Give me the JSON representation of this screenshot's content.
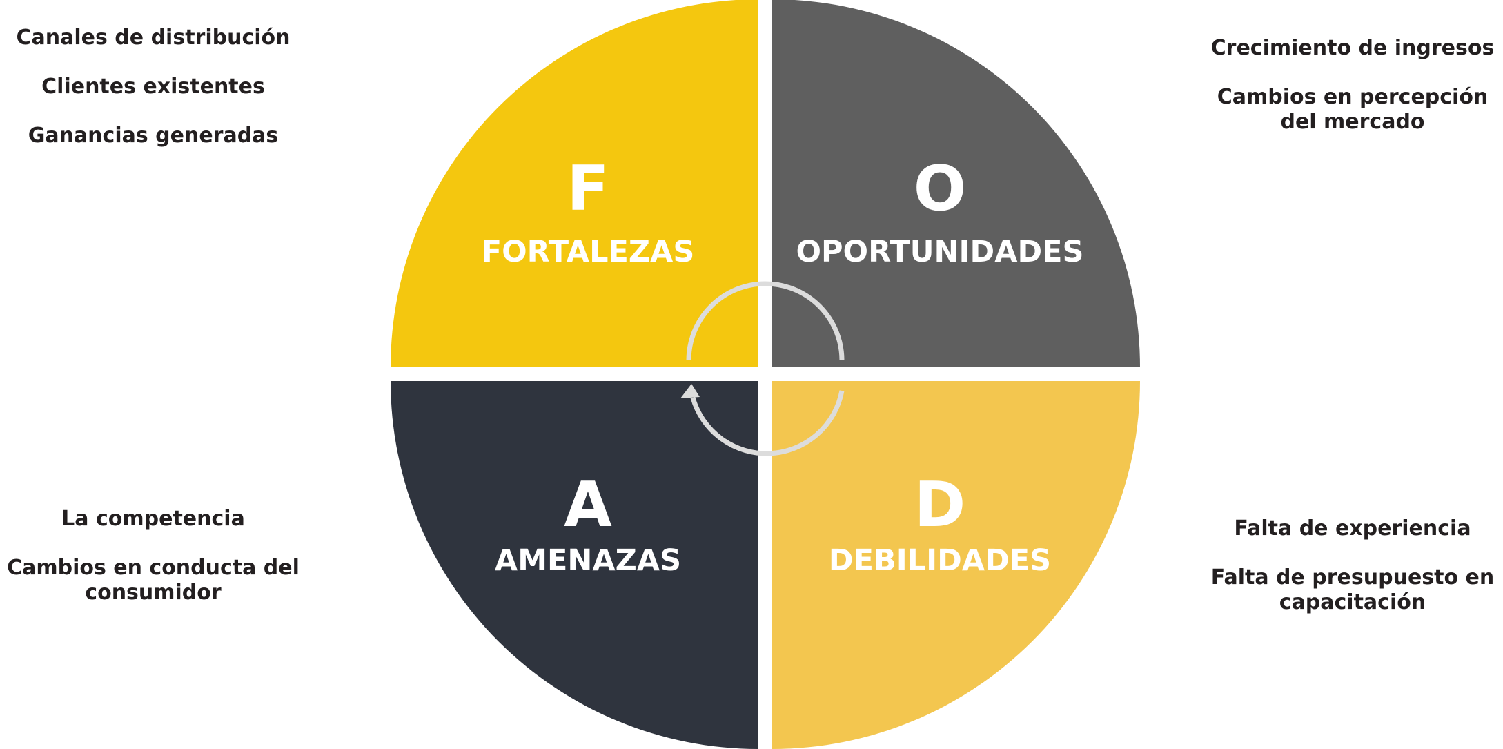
{
  "quadrants": {
    "f": {
      "letter": "F",
      "label": "FORTALEZAS",
      "color": "#f4c70f",
      "items": [
        "Canales de distribución",
        "Clientes existentes",
        "Ganancias generadas"
      ]
    },
    "o": {
      "letter": "O",
      "label": "OPORTUNIDADES",
      "color": "#5f5f5f",
      "items": [
        "Crecimiento de ingresos",
        "Cambios en percepción\ndel mercado"
      ]
    },
    "a": {
      "letter": "A",
      "label": "AMENAZAS",
      "color": "#2f343e",
      "items": [
        "La competencia",
        "Cambios en conducta del\nconsumidor"
      ]
    },
    "d": {
      "letter": "D",
      "label": "DEBILIDADES",
      "color": "#f3c64f",
      "items": [
        "Falta de experiencia",
        "Falta de presupuesto en\ncapacitación"
      ]
    }
  },
  "cycle_arrow_color": "#dcdcdc",
  "icons": [
    "cycle-arrow-icon"
  ]
}
